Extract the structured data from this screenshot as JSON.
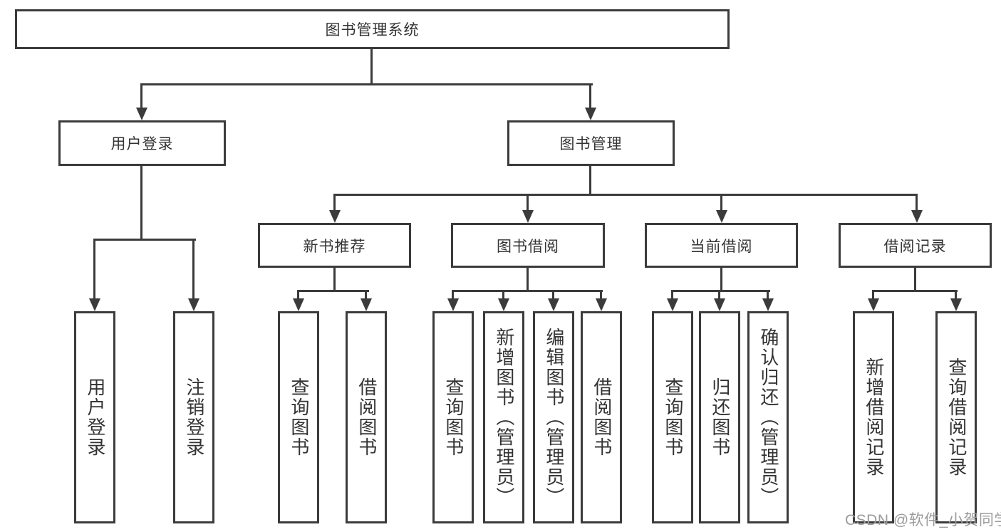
{
  "tree": {
    "label": "图书管理系统",
    "children": [
      {
        "label": "用户登录",
        "children": [
          {
            "label": "用户登录"
          },
          {
            "label": "注销登录"
          }
        ]
      },
      {
        "label": "图书管理",
        "children": [
          {
            "label": "新书推荐",
            "children": [
              {
                "label": "查询图书"
              },
              {
                "label": "借阅图书"
              }
            ]
          },
          {
            "label": "图书借阅",
            "children": [
              {
                "label": "查询图书"
              },
              {
                "label": "新增图书（管理员）"
              },
              {
                "label": "编辑图书（管理员）"
              },
              {
                "label": "借阅图书"
              }
            ]
          },
          {
            "label": "当前借阅",
            "children": [
              {
                "label": "查询图书"
              },
              {
                "label": "归还图书"
              },
              {
                "label": "确认归还（管理员）"
              }
            ]
          },
          {
            "label": "借阅记录",
            "children": [
              {
                "label": "新增借阅记录"
              },
              {
                "label": "查询借阅记录"
              }
            ]
          }
        ]
      }
    ]
  },
  "watermark": "CSDN @软件_小贺同学",
  "colors": {
    "line": "#3b3b3b",
    "text": "#333333",
    "watermark": "#9b9b9b",
    "background": "#ffffff"
  }
}
